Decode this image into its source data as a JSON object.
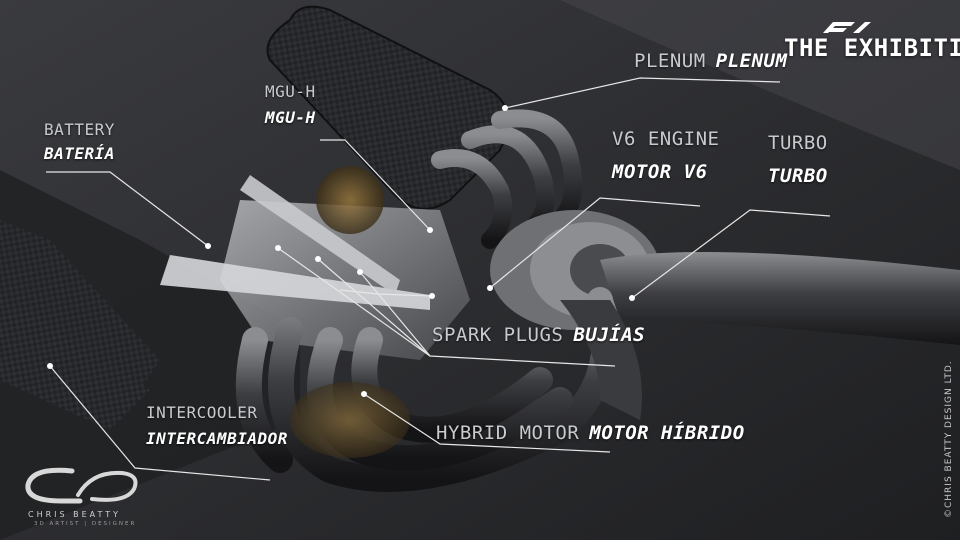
{
  "header": {
    "exhibition_title": "THE EXHIBITION",
    "logo_icon": "f1-logo-icon"
  },
  "labels": {
    "plenum": {
      "en": "PLENUM",
      "es": "PLENUM"
    },
    "mguh": {
      "en": "MGU-H",
      "es": "MGU-H"
    },
    "battery": {
      "en": "BATTERY",
      "es": "BATERÍA"
    },
    "v6": {
      "en": "V6 ENGINE",
      "es": "MOTOR V6"
    },
    "turbo": {
      "en": "TURBO",
      "es": "TURBO"
    },
    "spark": {
      "en": "SPARK PLUGS",
      "es": "BUJÍAS"
    },
    "intercooler": {
      "en": "INTERCOOLER",
      "es": "INTERCAMBIADOR"
    },
    "hybrid": {
      "en": "HYBRID MOTOR",
      "es": "MOTOR HÍBRIDO"
    }
  },
  "branding": {
    "logo_icon": "cb-monogram-icon",
    "name": "CHRIS BEATTY",
    "subtitle": "3D ARTIST | DESIGNER",
    "copyright": "©CHRIS BEATTY DESIGN LTD."
  },
  "colors": {
    "background": "#2a2b2e",
    "label_primary": "#ffffff",
    "label_secondary": "#c9cacd",
    "leader_line": "#e6e6e6"
  }
}
